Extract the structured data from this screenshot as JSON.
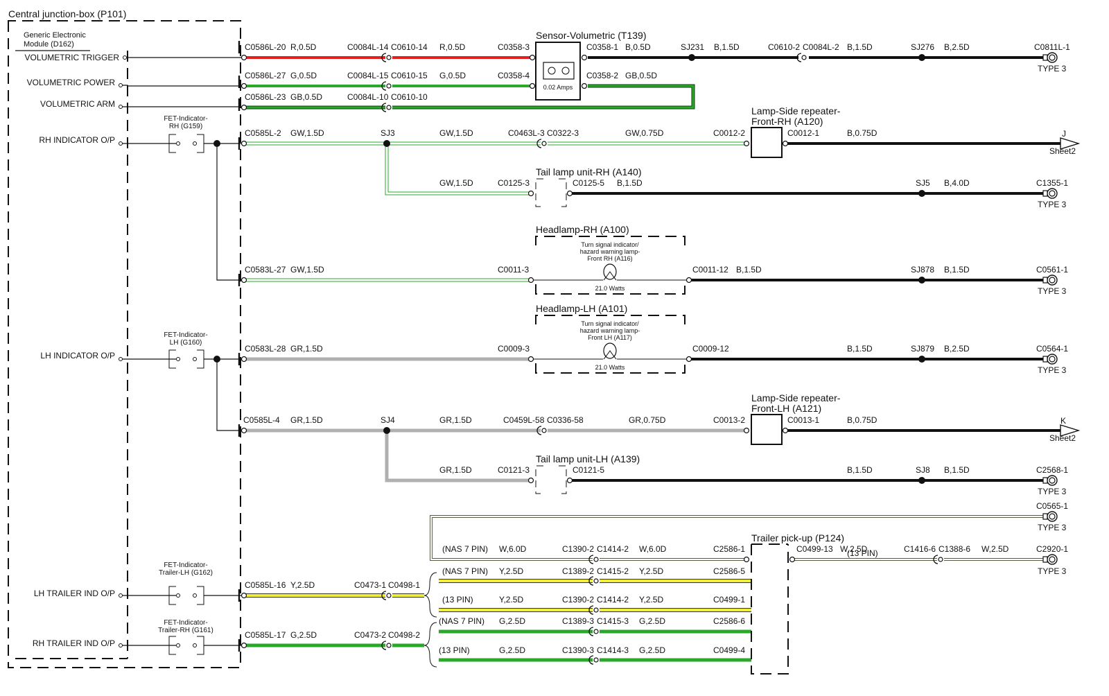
{
  "colors": {
    "R": "#e32020",
    "G": "#2aa82a",
    "GB_outer": "#0b3d0b",
    "GB_inner": "#2aa82a",
    "GW_outer": "#2aa82a",
    "GR": "#b0b0b0",
    "B": "#111111",
    "Y_outer": "#333333",
    "Y_inner": "#f2ef3a",
    "W_outer": "#5a5a40"
  },
  "central_box": {
    "title": "Central junction-box (P101)",
    "module": "Generic Electronic\nModule (D162)",
    "pins": {
      "vol_trigger": "VOLUMETRIC TRIGGER",
      "vol_power": "VOLUMETRIC POWER",
      "vol_arm": "VOLUMETRIC ARM",
      "rh_ind": "RH INDICATOR O/P",
      "lh_ind": "LH INDICATOR O/P",
      "lh_trailer": "LH TRAILER IND O/P",
      "rh_trailer": "RH TRAILER IND O/P"
    }
  },
  "fets": {
    "rh": "FET-Indicator-\nRH (G159)",
    "lh": "FET-Indicator-\nLH (G160)",
    "trailer_lh": "FET-Indicator-\nTrailer-LH (G162)",
    "trailer_rh": "FET-Indicator-\nTrailer-RH (G161)"
  },
  "components": {
    "sensor": "Sensor-Volumetric (T139)",
    "sensor_current": "0.02 Amps",
    "repeater_rh": "Lamp-Side repeater-\nFront-RH (A120)",
    "tail_rh": "Tail lamp unit-RH (A140)",
    "headlamp_rh": "Headlamp-RH (A100)",
    "bulb_rh": "Turn signal indicator/\nhazard warning lamp-\nFront RH (A116)",
    "bulb_rh_watts": "21.0 Watts",
    "headlamp_lh": "Headlamp-LH (A101)",
    "bulb_lh": "Turn signal indicator/\nhazard warning lamp-\nFront LH (A117)",
    "bulb_lh_watts": "21.0 Watts",
    "repeater_lh": "Lamp-Side repeater-\nFront-LH (A121)",
    "tail_lh": "Tail lamp unit-LH (A139)",
    "trailer": "Trailer pick-up (P124)"
  },
  "connectors": {
    "c0586l_20": "C0586L-20",
    "c0084l_14": "C0084L-14",
    "c0610_14": "C0610-14",
    "c0358_3": "C0358-3",
    "c0358_1": "C0358-1",
    "sj231": "SJ231",
    "c0610_2": "C0610-2",
    "c0084l_2": "C0084L-2",
    "sj276": "SJ276",
    "c0811l_1": "C0811L-1",
    "c0586l_27": "C0586L-27",
    "c0084l_15": "C0084L-15",
    "c0610_15": "C0610-15",
    "c0358_4": "C0358-4",
    "c0358_2": "C0358-2",
    "c0586l_23": "C0586L-23",
    "c0084l_10": "C0084L-10",
    "c0610_10": "C0610-10",
    "c0585l_2": "C0585L-2",
    "sj3": "SJ3",
    "c0463l_3": "C0463L-3",
    "c0322_3": "C0322-3",
    "c0012_2": "C0012-2",
    "c0012_1": "C0012-1",
    "c0125_3": "C0125-3",
    "c0125_5": "C0125-5",
    "sj5": "SJ5",
    "c1355_1": "C1355-1",
    "c0583l_27": "C0583L-27",
    "c0011_3": "C0011-3",
    "c0011_12": "C0011-12",
    "sj878": "SJ878",
    "c0561_1": "C0561-1",
    "c0583l_28": "C0583L-28",
    "c0009_3": "C0009-3",
    "c0009_12": "C0009-12",
    "sj879": "SJ879",
    "c0564_1": "C0564-1",
    "c0585l_4": "C0585L-4",
    "sj4": "SJ4",
    "c0459l_58": "C0459L-58",
    "c0336_58": "C0336-58",
    "c0013_2": "C0013-2",
    "c0013_1": "C0013-1",
    "c0121_3": "C0121-3",
    "c0121_5": "C0121-5",
    "sj8": "SJ8",
    "c2568_1": "C2568-1",
    "c0565_1": "C0565-1",
    "c1390_2a": "C1390-2",
    "c1414_2a": "C1414-2",
    "c2586_1": "C2586-1",
    "c0499_13": "C0499-13",
    "c1416_6": "C1416-6",
    "c1388_6": "C1388-6",
    "c2920_1": "C2920-1",
    "c0585l_16": "C0585L-16",
    "c0473_1": "C0473-1",
    "c0498_1": "C0498-1",
    "c1389_2": "C1389-2",
    "c1415_2": "C1415-2",
    "c2586_5": "C2586-5",
    "c1390_2b": "C1390-2",
    "c1414_2b": "C1414-2",
    "c0499_1": "C0499-1",
    "c0585l_17": "C0585L-17",
    "c0473_2": "C0473-2",
    "c0498_2": "C0498-2",
    "c1389_3": "C1389-3",
    "c1415_3": "C1415-3",
    "c2586_6": "C2586-6",
    "c1390_3": "C1390-3",
    "c1414_3": "C1414-3",
    "c0499_4": "C0499-4"
  },
  "wires": {
    "r05": "R,0.5D",
    "b05": "B,0.5D",
    "b15": "B,1.5D",
    "b25": "B,2.5D",
    "b075": "B,0.75D",
    "b40": "B,4.0D",
    "g05": "G,0.5D",
    "gb05": "GB,0.5D",
    "gw15": "GW,1.5D",
    "gw075": "GW,0.75D",
    "gr15": "GR,1.5D",
    "gr075": "GR,0.75D",
    "w60": "W,6.0D",
    "w25": "W,2.5D",
    "y25": "Y,2.5D",
    "g25": "G,2.5D"
  },
  "labels": {
    "type3": "TYPE 3",
    "sheet2": "Sheet2",
    "ref_j": "J",
    "ref_k": "K",
    "nas7": "(NAS 7 PIN)",
    "pin13": "(13 PIN)"
  }
}
